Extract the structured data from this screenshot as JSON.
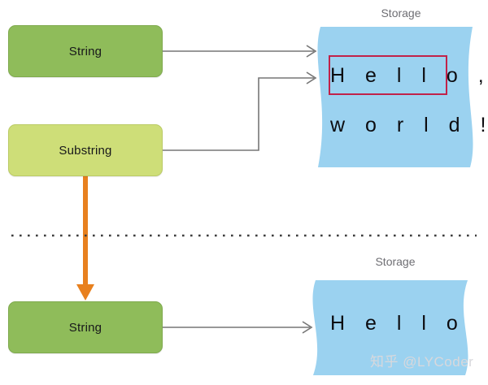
{
  "diagram": {
    "title": "String and Substring storage sharing diagram",
    "colors": {
      "node_green": "#8FBC5A",
      "node_light_green": "#CEDE78",
      "storage_blue": "#9BD2F0",
      "selection_red": "#C12249",
      "arrow_orange": "#E8801E",
      "connector_gray": "#767676",
      "divider_gray": "#3d3d3d",
      "label_gray": "#6e6e73",
      "watermark_gray": "#d8d8dc"
    },
    "nodes": {
      "string_top": "String",
      "substring": "Substring",
      "string_bottom": "String"
    },
    "storage_top": {
      "label": "Storage",
      "line1": "H e l l o ,",
      "line2": "w o r l d !",
      "highlighted_substring": "Hello"
    },
    "storage_bottom": {
      "label": "Storage",
      "line1": "H e l l o"
    },
    "connectors": {
      "string_to_storage": "String references full storage",
      "substring_to_storage": "Substring references same storage",
      "substring_to_string_bottom": "Substring converted to String",
      "string_bottom_to_storage": "New String owns new storage"
    },
    "divider": "dotted-separator",
    "watermark": "知乎 @LYCoder"
  }
}
